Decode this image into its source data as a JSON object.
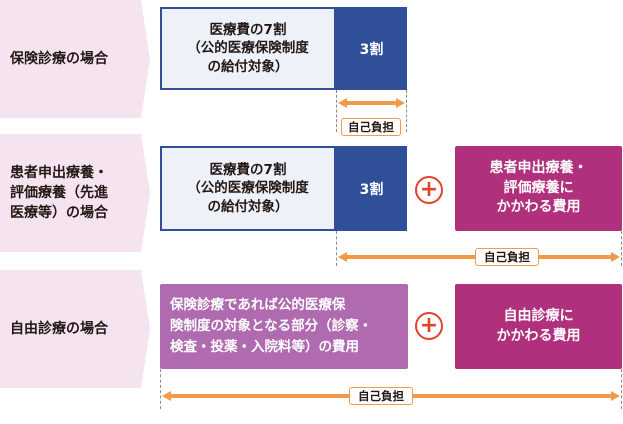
{
  "rows": [
    {
      "label": [
        "保険診療の場合"
      ],
      "insured_box": [
        "医療費の7割",
        "（公的医療保険制度",
        "の給付対象）"
      ],
      "copay_box": "3割",
      "self_pay_tag": "自己負担"
    },
    {
      "label": [
        "患者申出療養・",
        "評価療養（先進",
        "医療等）の場合"
      ],
      "insured_box": [
        "医療費の7割",
        "（公的医療保険制度",
        "の給付対象）"
      ],
      "copay_box": "3割",
      "plus": "+",
      "extra_box": [
        "患者申出療養・",
        "評価療養に",
        "かかわる費用"
      ],
      "self_pay_tag": "自己負担"
    },
    {
      "label": [
        "自由診療の場合"
      ],
      "covered_part_box": [
        "保険診療であれば公的医療保",
        "険制度の対象となる部分（診察・",
        "検査・投薬・入院料等）の費用"
      ],
      "plus": "+",
      "extra_box": [
        "自由診療に",
        "かかわる費用"
      ],
      "self_pay_tag": "自己負担"
    }
  ],
  "colors": {
    "label_bg": "#f5e4ef",
    "navy": "#2f4f98",
    "magenta": "#b0307e",
    "lavender": "#b06ab0",
    "arrow_orange": "#f29a4a",
    "plus_red": "#e2412b"
  }
}
